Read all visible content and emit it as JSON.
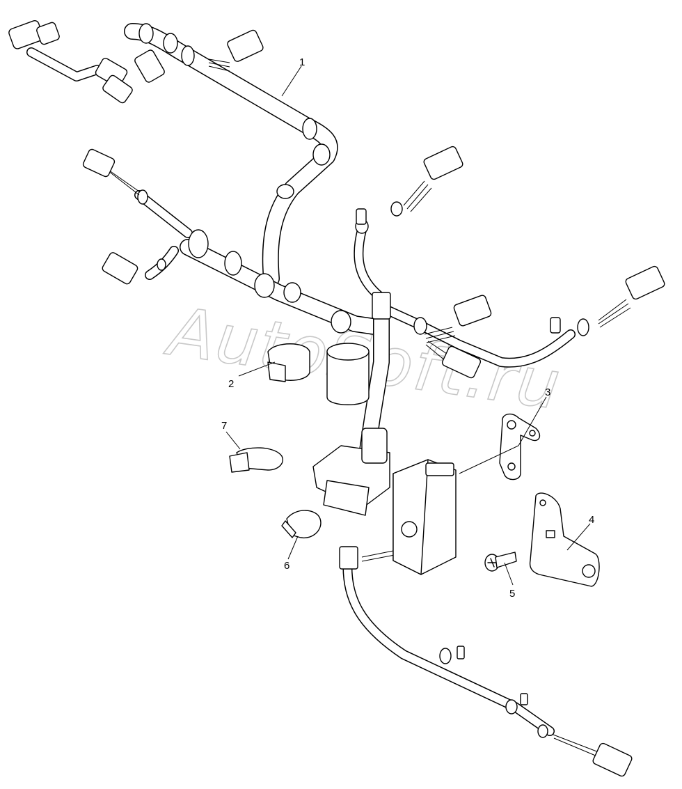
{
  "watermark": "AutoSoft.ru",
  "callouts": [
    {
      "id": "callout-1",
      "label": "1"
    },
    {
      "id": "callout-2",
      "label": "2"
    },
    {
      "id": "callout-3",
      "label": "3"
    },
    {
      "id": "callout-4",
      "label": "4"
    },
    {
      "id": "callout-5",
      "label": "5"
    },
    {
      "id": "callout-6",
      "label": "6"
    },
    {
      "id": "callout-7",
      "label": "7"
    }
  ]
}
